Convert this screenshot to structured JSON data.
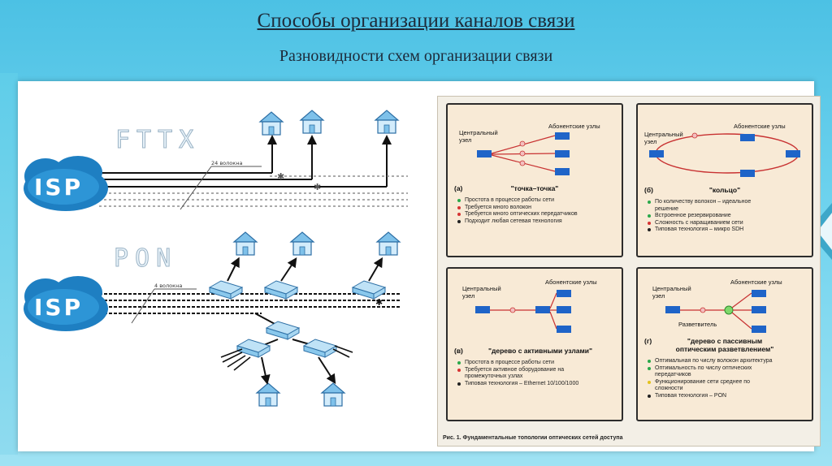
{
  "title": "Способы организации каналов связи",
  "subtitle": "Разновидности схем организации связи",
  "left": {
    "fttx_label": "FTTX",
    "pon_label": "PON",
    "isp_label": "ISP",
    "fttx_fibers": "24 волокна",
    "pon_fibers": "4 волокна"
  },
  "figure": {
    "caption": "Рис. 1. Фундаментальные топологии оптических сетей доступа",
    "colors": {
      "node": "#1f64c8",
      "link": "#c83232",
      "quad_bg": "#f8ead6"
    },
    "quadrants": [
      {
        "letter": "(а)",
        "central": "Центральный\nузел",
        "subscribers": "Абонентские узлы",
        "name": "\"точка–точка\"",
        "bullets": [
          {
            "color": "#2aa84a",
            "text": "Простота в процессе работы сети"
          },
          {
            "color": "#d63333",
            "text": "Требуется много волокон"
          },
          {
            "color": "#d63333",
            "text": "Требуется много оптических передатчиков"
          },
          {
            "color": "#222222",
            "text": "Подходит любая сетевая технология"
          }
        ]
      },
      {
        "letter": "(б)",
        "central": "Центральный\nузел",
        "subscribers": "Абонентские узлы",
        "name": "\"кольцо\"",
        "bullets": [
          {
            "color": "#2aa84a",
            "text": "По количеству волокон – идеальное решение"
          },
          {
            "color": "#2aa84a",
            "text": "Встроенное резервирование"
          },
          {
            "color": "#d63333",
            "text": "Сложность с наращиванием сети"
          },
          {
            "color": "#222222",
            "text": "Типовая технология – микро SDH"
          }
        ]
      },
      {
        "letter": "(в)",
        "central": "Центральный\nузел",
        "subscribers": "Абонентские узлы",
        "name": "\"дерево с активными узлами\"",
        "bullets": [
          {
            "color": "#2aa84a",
            "text": "Простота в процессе работы сети"
          },
          {
            "color": "#d63333",
            "text": "Требуется активное оборудование на промежуточных узлах"
          },
          {
            "color": "#222222",
            "text": "Типовая технология – Ethernet 10/100/1000"
          }
        ]
      },
      {
        "letter": "(г)",
        "central": "Центральный\nузел",
        "subscribers": "Абонентские узлы",
        "splitter": "Разветвитель",
        "name": "\"дерево с пассивным\nоптическим разветвлением\"",
        "bullets": [
          {
            "color": "#2aa84a",
            "text": "Оптимальная по числу волокон архитектура"
          },
          {
            "color": "#2aa84a",
            "text": "Оптимальность по числу оптических передатчиков"
          },
          {
            "color": "#e3c21c",
            "text": "Функционирование сети среднее по сложности"
          },
          {
            "color": "#222222",
            "text": "Типовая технология – PON"
          }
        ]
      }
    ]
  }
}
